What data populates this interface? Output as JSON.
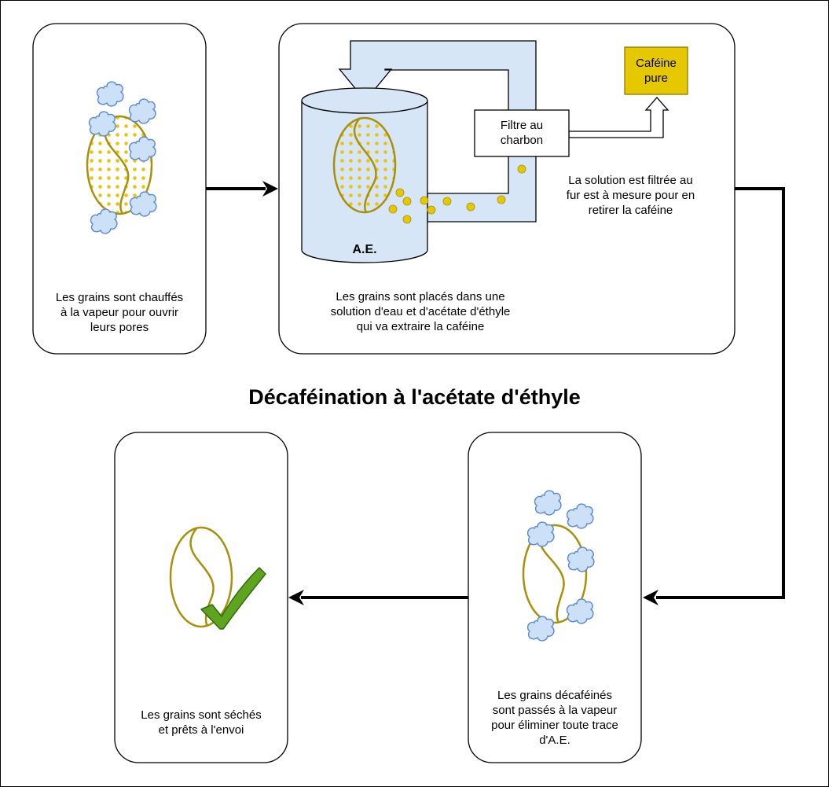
{
  "title": "Décaféination à l'acétate d'éthyle",
  "steps": [
    {
      "label": "Les grains sont chauffés\nà la vapeur pour ouvrir\nleurs pores"
    },
    {
      "label": "Les grains sont placés dans une\nsolution d'eau et d'acétate d'éthyle\nqui va extraire la caféine"
    },
    {
      "label": "Les grains décaféinés\nsont passés à la vapeur\npour éliminer toute trace\nd'A.E."
    },
    {
      "label": "Les grains sont séchés\net prêts à l'envoi"
    }
  ],
  "tank_label": "A.E.",
  "filter_label": "Filtre au\ncharbon",
  "caffeine_label": "Caféine\npure",
  "filter_note": "La solution est filtrée au\nfur est à mesure pour en\nretirer la caféine",
  "colors": {
    "bean_stroke": "#a8900a",
    "bean_dot": "#e8c40a",
    "steam_fill": "#cce0f8",
    "steam_stroke": "#5a8ad0",
    "tank_fill": "#d6e6f6",
    "caffeine_fill": "#e5c800",
    "check_fill": "#5ea41e"
  }
}
